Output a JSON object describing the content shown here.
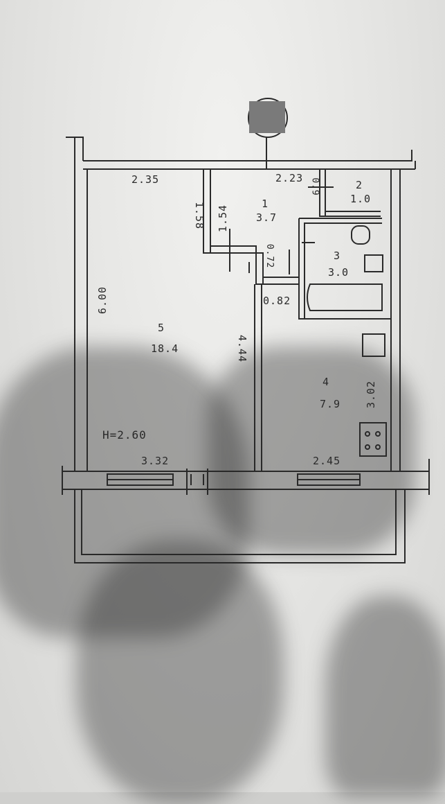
{
  "plan": {
    "ceiling_height": "H=2.60",
    "rooms": [
      {
        "number": "1",
        "area": "3.7"
      },
      {
        "number": "2",
        "area": "1.0"
      },
      {
        "number": "3",
        "area": "3.0"
      },
      {
        "number": "4",
        "area": "7.9"
      },
      {
        "number": "5",
        "area": "18.4"
      }
    ],
    "dimensions": {
      "top_left": "2.35",
      "top_right": "2.23",
      "wc_width": "0.9",
      "hall_wall_a": "1.58",
      "hall_wall_b": "1.54",
      "bath_door": "0.72",
      "hall_gap": "0.82",
      "room_height": "6.00",
      "room_inner": "4.44",
      "kitchen_depth": "3.02",
      "bottom_left": "3.32",
      "bottom_right": "2.45"
    }
  },
  "colors": {
    "paper": "#ececea",
    "ink": "#2a2a2a",
    "stamp": "#7a7a7a"
  }
}
